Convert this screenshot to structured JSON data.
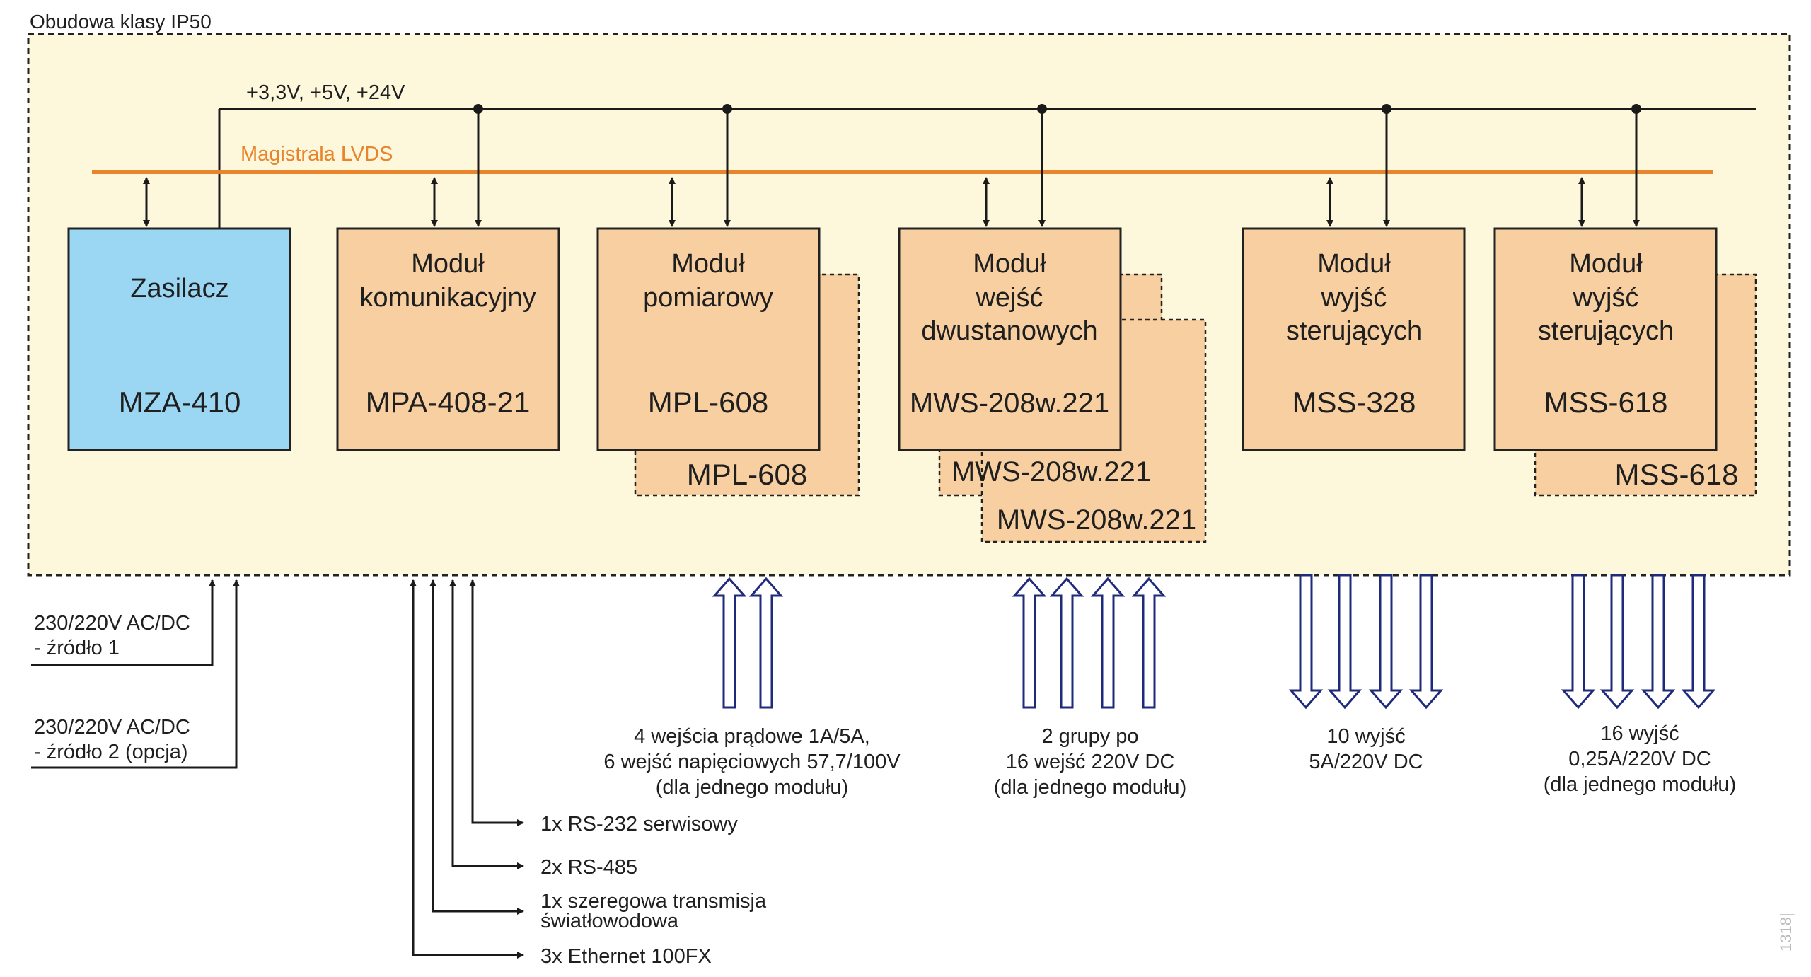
{
  "enclosure": {
    "label": "Obudowa klasy IP50"
  },
  "power_bus": {
    "label": "+3,3V, +5V, +24V"
  },
  "lvds_bus": {
    "label": "Magistrala LVDS",
    "color": "#e8852c"
  },
  "colors": {
    "psu_fill": "#9bd6f2",
    "module_fill": "#f8cfa0",
    "enclosure_fill": "#fdf7dc",
    "io_arrow": "#1e2a7a"
  },
  "modules": {
    "psu": {
      "title": [
        "Zasilacz"
      ],
      "code": "MZA-410"
    },
    "comm": {
      "title": [
        "Moduł",
        "komunikacyjny"
      ],
      "code": "MPA-408-21"
    },
    "meas": {
      "title": [
        "Moduł",
        "pomiarowy"
      ],
      "code": "MPL-608",
      "extra": [
        "MPL-608"
      ]
    },
    "binin": {
      "title": [
        "Moduł",
        "wejść",
        "dwustanowych"
      ],
      "code": "MWS-208w.221",
      "extra": [
        "MWS-208w.221",
        "MWS-208w.221"
      ]
    },
    "out1": {
      "title": [
        "Moduł",
        "wyjść",
        "sterujących"
      ],
      "code": "MSS-328"
    },
    "out2": {
      "title": [
        "Moduł",
        "wyjść",
        "sterujących"
      ],
      "code": "MSS-618",
      "extra": [
        "MSS-618"
      ]
    }
  },
  "supply": {
    "source1": [
      "230/220V AC/DC",
      "- źródło 1"
    ],
    "source2": [
      "230/220V AC/DC",
      "- źródło 2 (opcja)"
    ]
  },
  "comm_ports": [
    "1x RS-232 serwisowy",
    "2x RS-485",
    "1x szeregowa transmisja",
    "światłowodowa",
    "3x Ethernet 100FX"
  ],
  "io_labels": {
    "meas": [
      "4 wejścia prądowe 1A/5A,",
      "6 wejść napięciowych 57,7/100V",
      "(dla jednego modułu)"
    ],
    "binin": [
      "2 grupy po",
      "16 wejść 220V DC",
      "(dla jednego modułu)"
    ],
    "out1": [
      "10 wyjść",
      "5A/220V DC"
    ],
    "out2": [
      "16 wyjść",
      "0,25A/220V DC",
      "(dla jednego modułu)"
    ]
  },
  "watermark": "1318|"
}
